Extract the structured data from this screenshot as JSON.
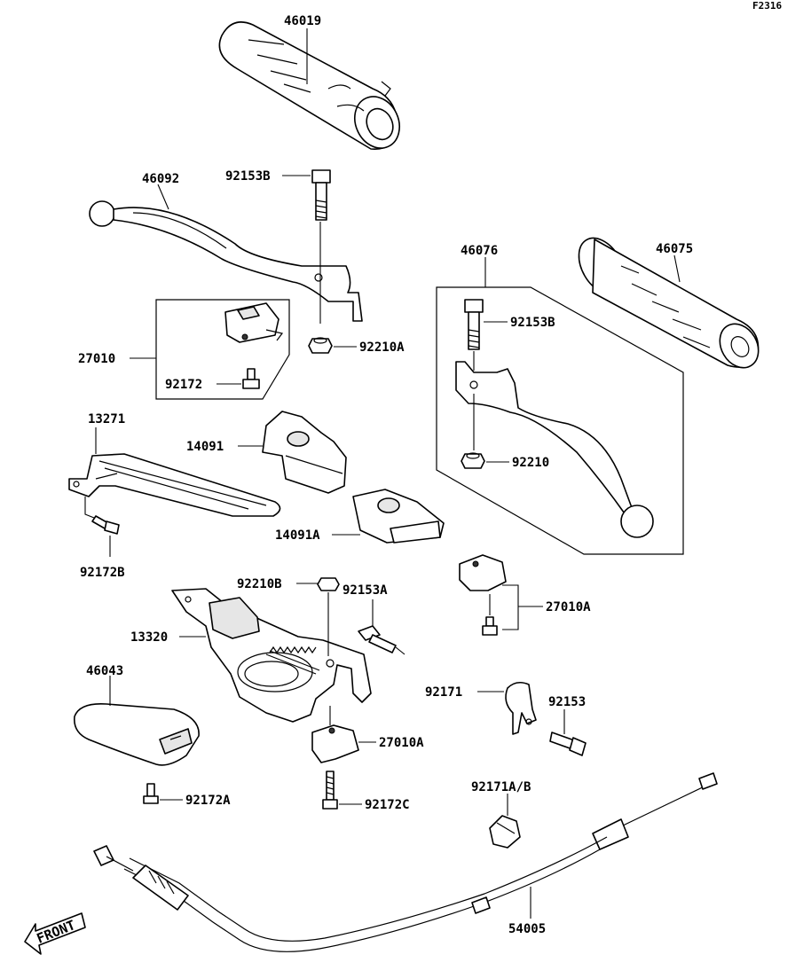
{
  "diagram_code": "F2316",
  "front_label": "FRONT",
  "labels": {
    "46019": "46019",
    "46092": "46092",
    "92153B_a": "92153B",
    "27010": "27010",
    "92172": "92172",
    "92210A": "92210A",
    "46076": "46076",
    "46075": "46075",
    "92153B_b": "92153B",
    "92210": "92210",
    "13271": "13271",
    "14091": "14091",
    "14091A": "14091A",
    "92172B": "92172B",
    "92210B": "92210B",
    "92153A": "92153A",
    "27010A_a": "27010A",
    "13320": "13320",
    "46043": "46043",
    "92171": "92171",
    "92153": "92153",
    "27010A_b": "27010A",
    "92172A": "92172A",
    "92172C": "92172C",
    "92171AB": "92171A/B",
    "54005": "54005"
  }
}
